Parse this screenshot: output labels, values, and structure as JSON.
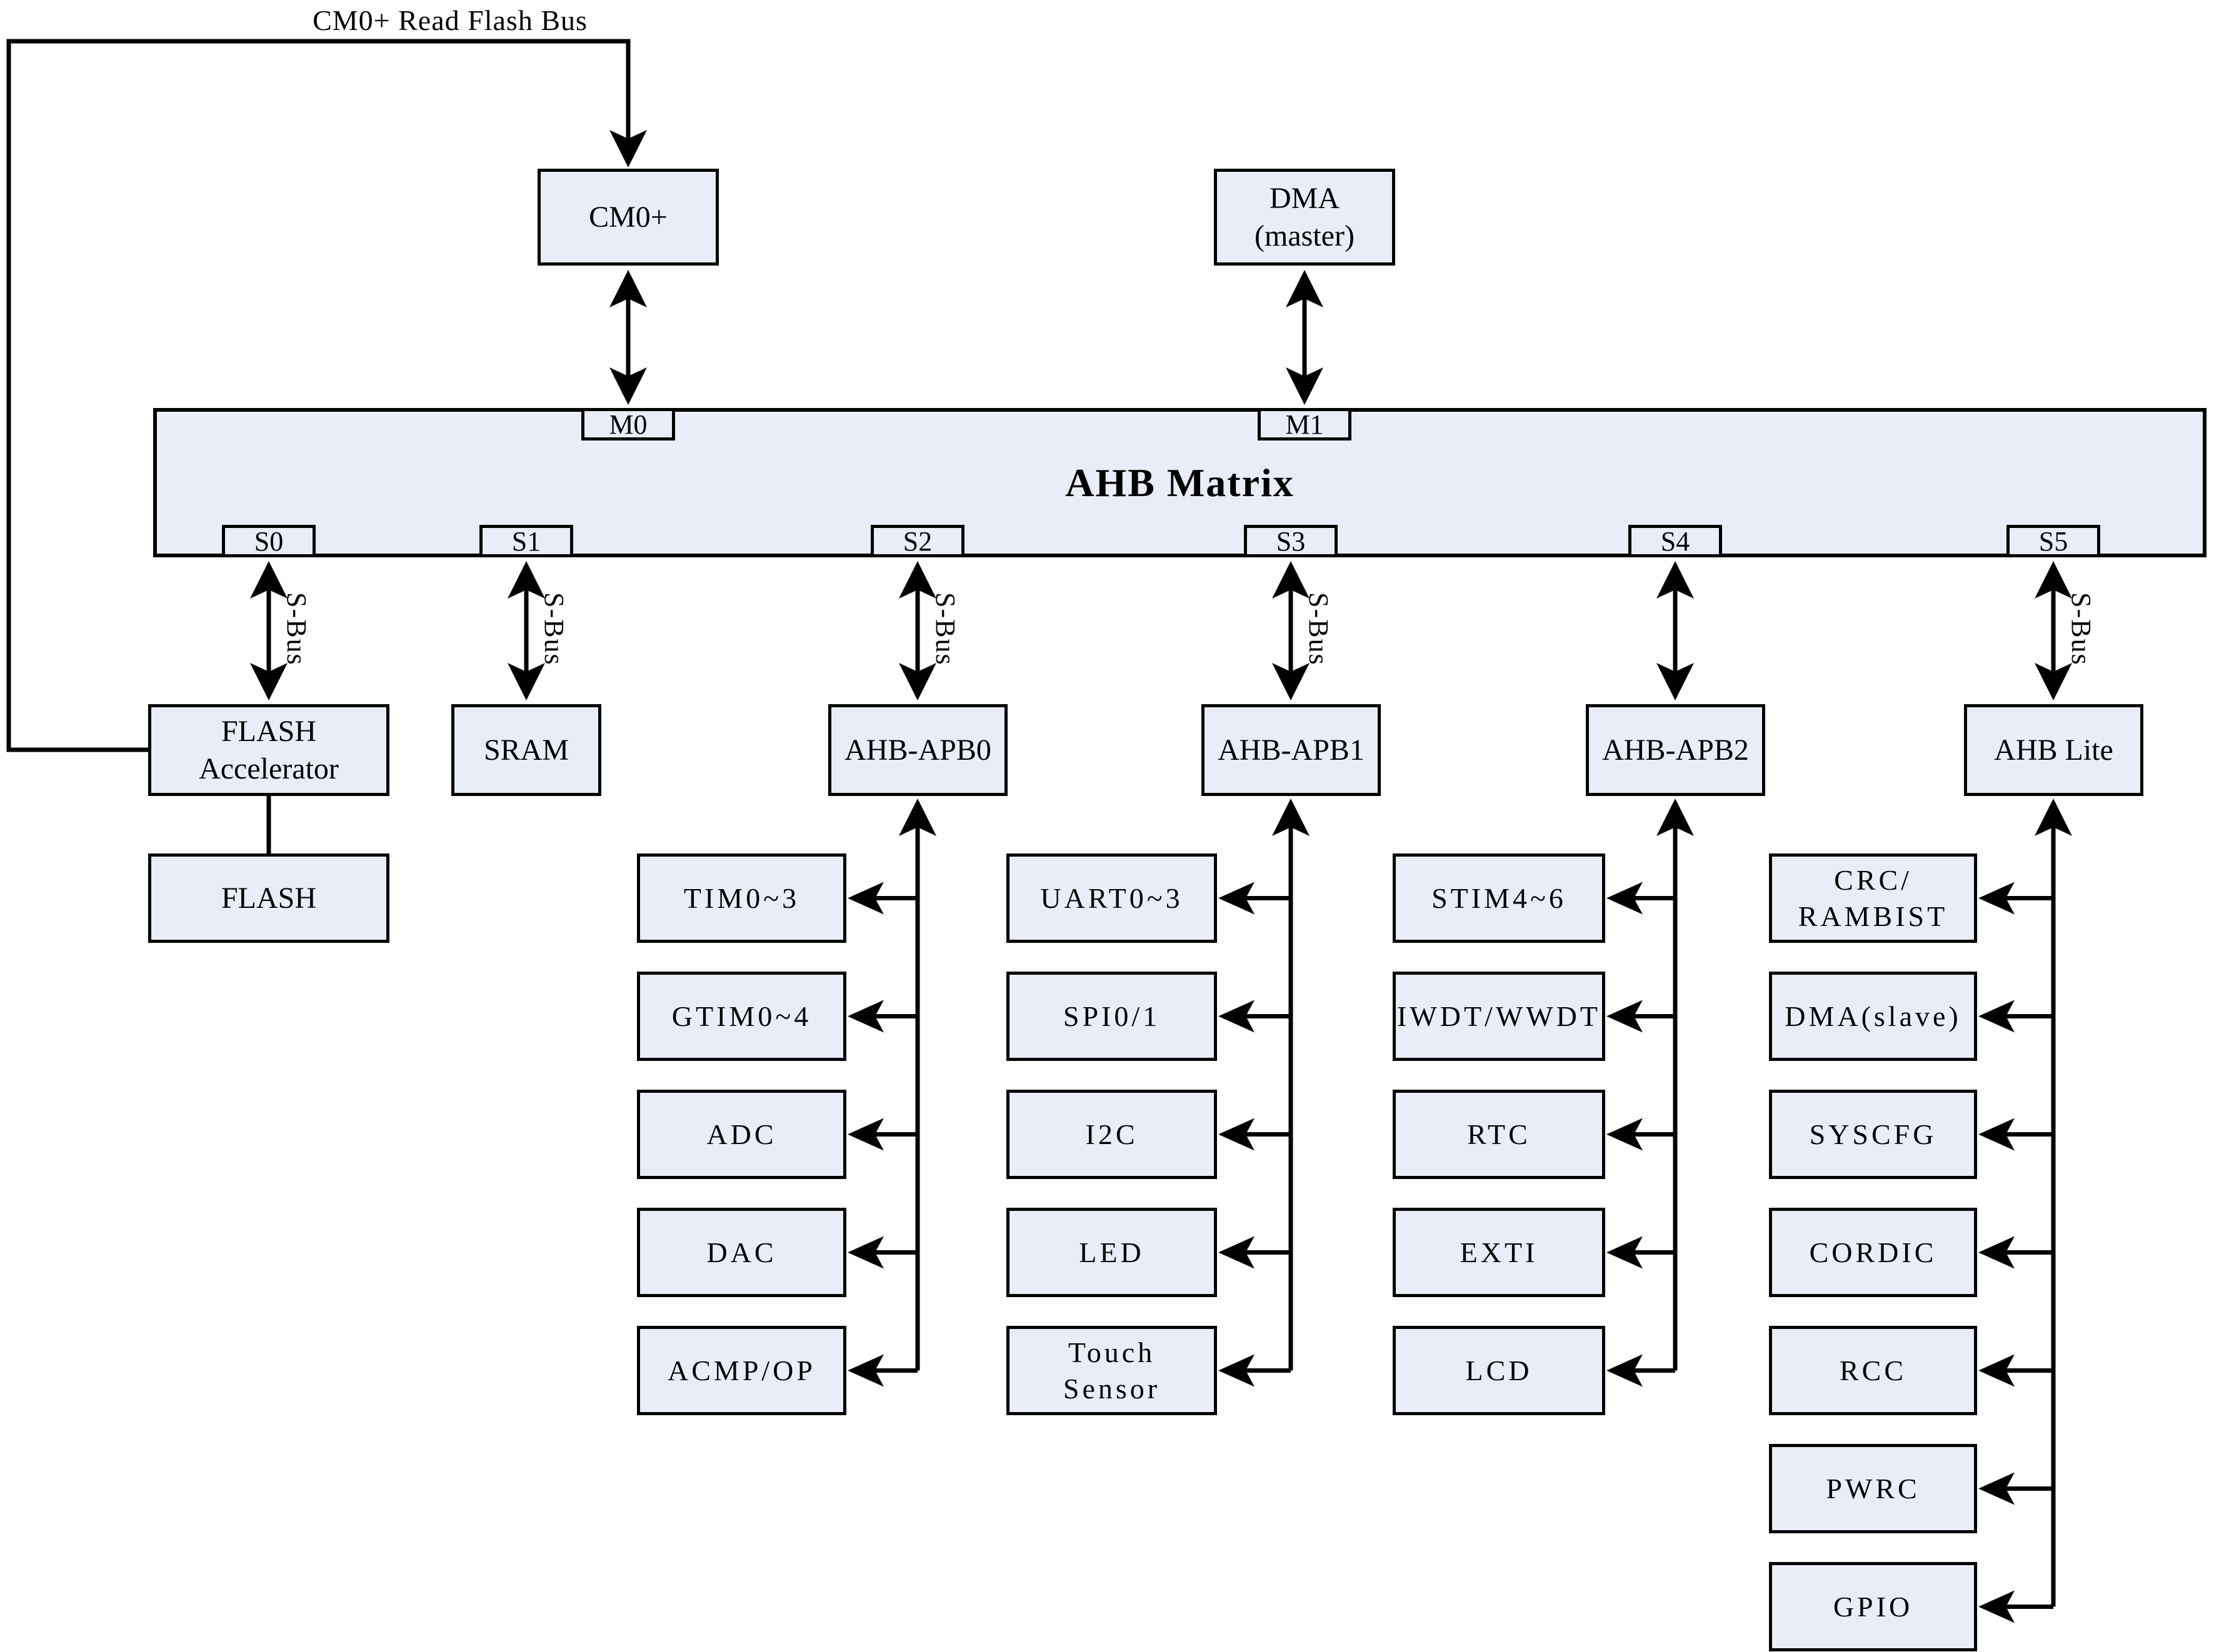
{
  "top_bus_label": "CM0+ Read Flash Bus",
  "sbus_label": "S-Bus",
  "masters": {
    "cm0": "CM0+",
    "dma": "DMA\n(master)"
  },
  "matrix": {
    "title": "AHB Matrix",
    "master_ports": [
      "M0",
      "M1"
    ],
    "slave_ports": [
      "S0",
      "S1",
      "S2",
      "S3",
      "S4",
      "S5"
    ]
  },
  "slaves": {
    "flash_accelerator": "FLASH\nAccelerator",
    "sram": "SRAM",
    "ahb_apb0": "AHB-APB0",
    "ahb_apb1": "AHB-APB1",
    "ahb_apb2": "AHB-APB2",
    "ahb_lite": "AHB Lite",
    "flash": "FLASH"
  },
  "apb0_peripherals": [
    "TIM0~3",
    "GTIM0~4",
    "ADC",
    "DAC",
    "ACMP/OP"
  ],
  "apb1_peripherals": [
    "UART0~3",
    "SPI0/1",
    "I2C",
    "LED",
    "Touch\nSensor"
  ],
  "apb2_peripherals": [
    "STIM4~6",
    "IWDT/WWDT",
    "RTC",
    "EXTI",
    "LCD"
  ],
  "ahb_lite_peripherals": [
    "CRC/\nRAMBIST",
    "DMA(slave)",
    "SYSCFG",
    "CORDIC",
    "RCC",
    "PWRC",
    "GPIO"
  ],
  "colors": {
    "box_fill": "#e9edf8",
    "line": "#000000"
  }
}
